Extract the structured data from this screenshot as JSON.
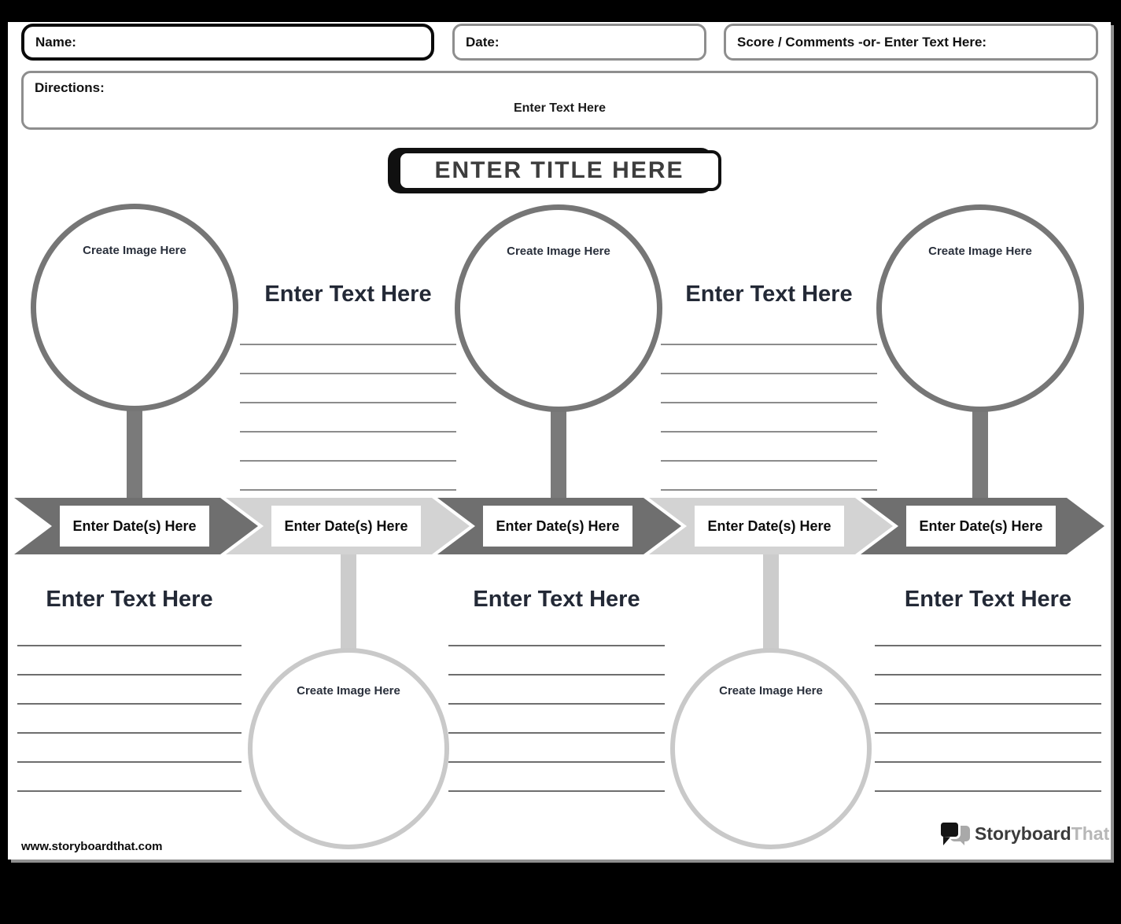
{
  "header": {
    "name_label": "Name:",
    "date_label": "Date:",
    "score_label": "Score / Comments -or- Enter Text Here:",
    "directions_label": "Directions:",
    "directions_placeholder": "Enter Text Here"
  },
  "title": {
    "text": "ENTER TITLE HERE"
  },
  "timeline": {
    "events": [
      {
        "date_label": "Enter Date(s) Here",
        "tone": "dark",
        "image_label": "Create Image Here",
        "image_position": "top",
        "text_heading": "Enter Text Here",
        "text_position": "bottom"
      },
      {
        "date_label": "Enter Date(s) Here",
        "tone": "light",
        "image_label": "Create Image Here",
        "image_position": "bottom",
        "text_heading": "Enter Text Here",
        "text_position": "top"
      },
      {
        "date_label": "Enter Date(s) Here",
        "tone": "dark",
        "image_label": "Create Image Here",
        "image_position": "top",
        "text_heading": "Enter Text Here",
        "text_position": "bottom"
      },
      {
        "date_label": "Enter Date(s) Here",
        "tone": "light",
        "image_label": "Create Image Here",
        "image_position": "bottom",
        "text_heading": "Enter Text Here",
        "text_position": "top"
      },
      {
        "date_label": "Enter Date(s) Here",
        "tone": "dark",
        "image_label": "Create Image Here",
        "image_position": "top",
        "text_heading": "Enter Text Here",
        "text_position": "bottom"
      }
    ],
    "lines_per_text_block": 6
  },
  "footer": {
    "url": "www.storyboardthat.com",
    "logo_primary": "Storyboard",
    "logo_secondary": "That"
  },
  "colors": {
    "arrow_dark": "#6f6f6f",
    "arrow_light": "#d3d3d3",
    "circle_dark_border": "#767676",
    "circle_light_border": "#c9c9c9",
    "write_line_top": "#8c8c8c",
    "write_line_bottom": "#6e6e6e",
    "heading_text": "#232936",
    "page_frame": "#000000"
  }
}
